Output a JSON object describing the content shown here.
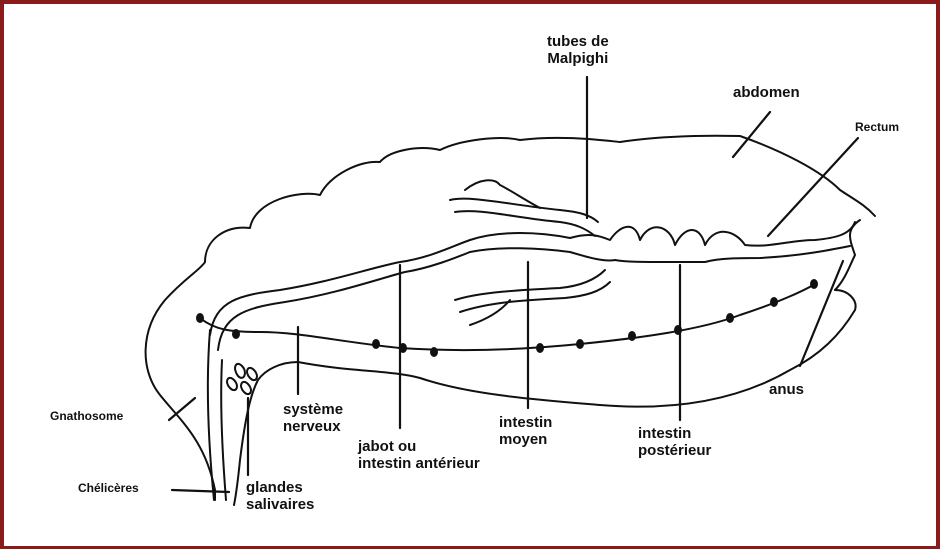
{
  "colors": {
    "border": "#8b1a1a",
    "ink": "#111111"
  },
  "labels": {
    "tubes_malpighi": "tubes de\nMalpighi",
    "abdomen": "abdomen",
    "rectum": "Rectum",
    "anus": "anus",
    "gnathosome": "Gnathosome",
    "cheliceres": "Chélicères",
    "glandes_salivaires": "glandes\nsalivaires",
    "systeme_nerveux": "système\nnerveux",
    "jabot": "jabot ou\nintestin antérieur",
    "intestin_moyen": "intestin\nmoyen",
    "intestin_posterieur": "intestin\npostérieur"
  }
}
